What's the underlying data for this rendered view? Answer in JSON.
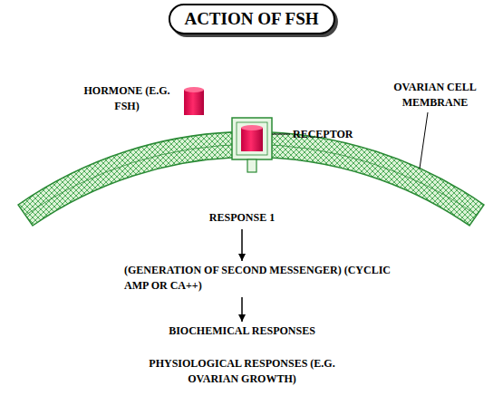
{
  "diagram": {
    "title": "ACTION OF FSH",
    "nodes": [
      {
        "text": [
          "RESPONSE 1"
        ]
      },
      {
        "text": [
          "(GENERATION OF SECOND MESSENGER) (CYCLIC AMP OR CA++)"
        ]
      },
      {
        "text": [
          "BIOCHEMICAL RESPONSES"
        ]
      },
      {
        "text": [
          "PHYSIOLOGICAL RESPONSES (E.G. OVARIAN GROWTH)"
        ]
      }
    ],
    "edges": [
      {
        "from": 0,
        "to": 1,
        "arrow": "to"
      },
      {
        "from": 1,
        "to": 2,
        "arrow": "to"
      }
    ],
    "labels": [
      "HORMONE (E.G. FSH)",
      "RECEPTOR",
      "OVARIAN CELL MEMBRANE"
    ]
  }
}
